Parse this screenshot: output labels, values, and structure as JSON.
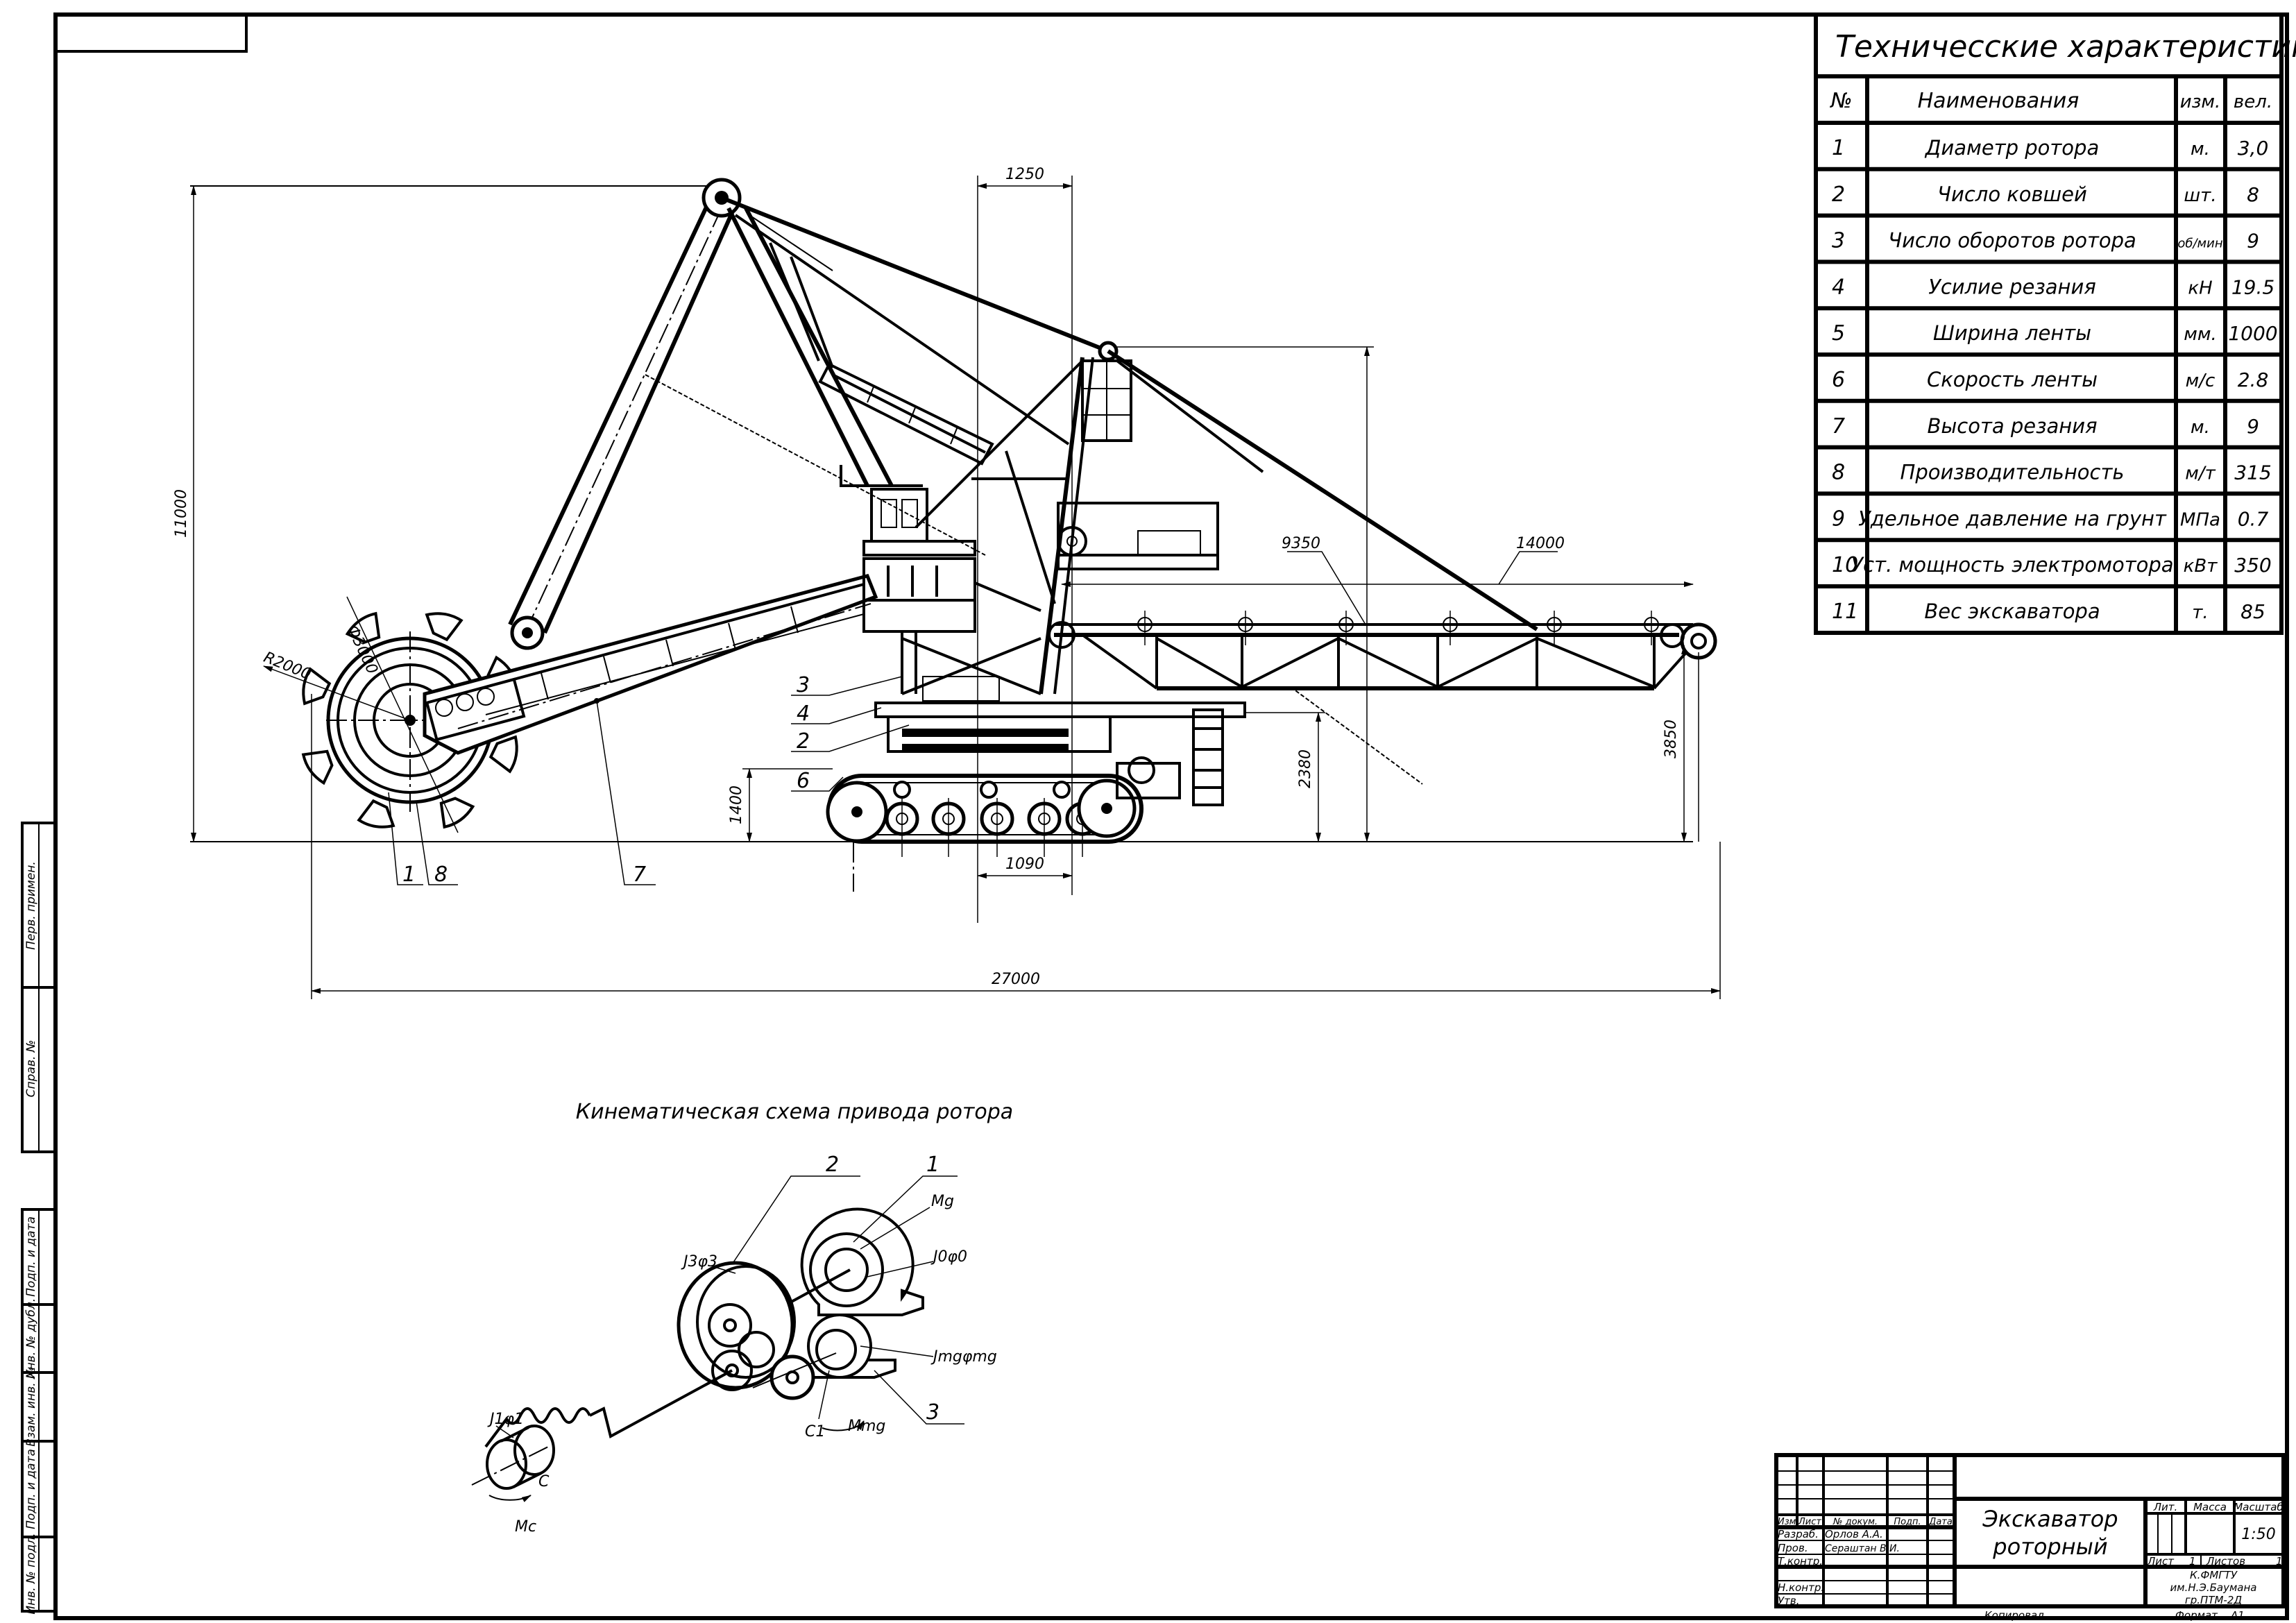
{
  "specs": {
    "title": "Техничесские характеристики",
    "headers": {
      "num": "№",
      "name": "Наименования",
      "unit": "изм.",
      "value": "вел."
    },
    "rows": [
      {
        "num": "1",
        "name": "Диаметр ротора",
        "unit": "м.",
        "value": "3,0"
      },
      {
        "num": "2",
        "name": "Число ковшей",
        "unit": "шт.",
        "value": "8"
      },
      {
        "num": "3",
        "name": "Число оборотов ротора",
        "unit": "об/мин",
        "value": "9"
      },
      {
        "num": "4",
        "name": "Усилие резания",
        "unit": "кН",
        "value": "19.5"
      },
      {
        "num": "5",
        "name": "Ширина ленты",
        "unit": "мм.",
        "value": "1000"
      },
      {
        "num": "6",
        "name": "Скорость ленты",
        "unit": "м/с",
        "value": "2.8"
      },
      {
        "num": "7",
        "name": "Высота резания",
        "unit": "м.",
        "value": "9"
      },
      {
        "num": "8",
        "name": "Производительность",
        "unit": "м/т",
        "value": "315"
      },
      {
        "num": "9",
        "name": "Удельное давление на грунт",
        "unit": "МПа",
        "value": "0.7"
      },
      {
        "num": "10",
        "name": "Уст. мощность электромотора",
        "unit": "кВт",
        "value": "350"
      },
      {
        "num": "11",
        "name": "Вес экскаватора",
        "unit": "т.",
        "value": "85"
      }
    ]
  },
  "dimensions": {
    "height_total": "11000",
    "length_total": "27000",
    "rotor_diameter": "Ф3000",
    "rotor_radius": "R2000",
    "axis_offset": "1250",
    "track_pitch": "1090",
    "crawler_height": "1400",
    "turntable_height": "2380",
    "conveyor_height": "3850",
    "mast_reach": "9350",
    "conveyor_length": "14000"
  },
  "callouts": [
    "1",
    "8",
    "7",
    "3",
    "4",
    "2",
    "6"
  ],
  "kinematic": {
    "title": "Кинематическая схема привода ротора",
    "callouts": [
      "2",
      "1",
      "3"
    ],
    "labels": {
      "j3": "J3φ3",
      "mg": "Mg",
      "j0": "J0φ0",
      "jmg": "Jmgφmg",
      "c1": "C1",
      "mmg": "Mmg",
      "j1": "J1φ1",
      "c": "C",
      "mc": "Mc"
    }
  },
  "title_block": {
    "drawing_title_1": "Экскаватор",
    "drawing_title_2": "роторный",
    "col_izm": "Изм.",
    "col_list": "Лист",
    "col_doc": "№ докум.",
    "col_sign": "Подп.",
    "col_date": "Дата",
    "razrab_label": "Разраб.",
    "razrab_name": "Орлов А.А.",
    "prov_label": "Пров.",
    "prov_name": "Сераштан В.И.",
    "tkontr_label": "Т.контр.",
    "nkontr_label": "Н.контр.",
    "utv_label": "Утв.",
    "lit_label": "Лит.",
    "mass_label": "Масса",
    "scale_label": "Масштаб",
    "scale_value": "1:50",
    "sheet_label": "Лист",
    "sheet_value": "1",
    "sheets_label": "Листов",
    "sheets_value": "1",
    "org_1": "К.ФМГТУ",
    "org_2": "им.Н.Э.Баумана",
    "org_3": "гр.ПТМ-2Д",
    "copied_label": "Копировал",
    "format_label": "Формат",
    "format_value": "А1"
  },
  "side_stamps": [
    "Перв. примен.",
    "Справ. №",
    "Подп. и дата",
    "Инв. № дубл.",
    "Взам. инв. №",
    "Подп. и дата",
    "Инв. № подл."
  ]
}
